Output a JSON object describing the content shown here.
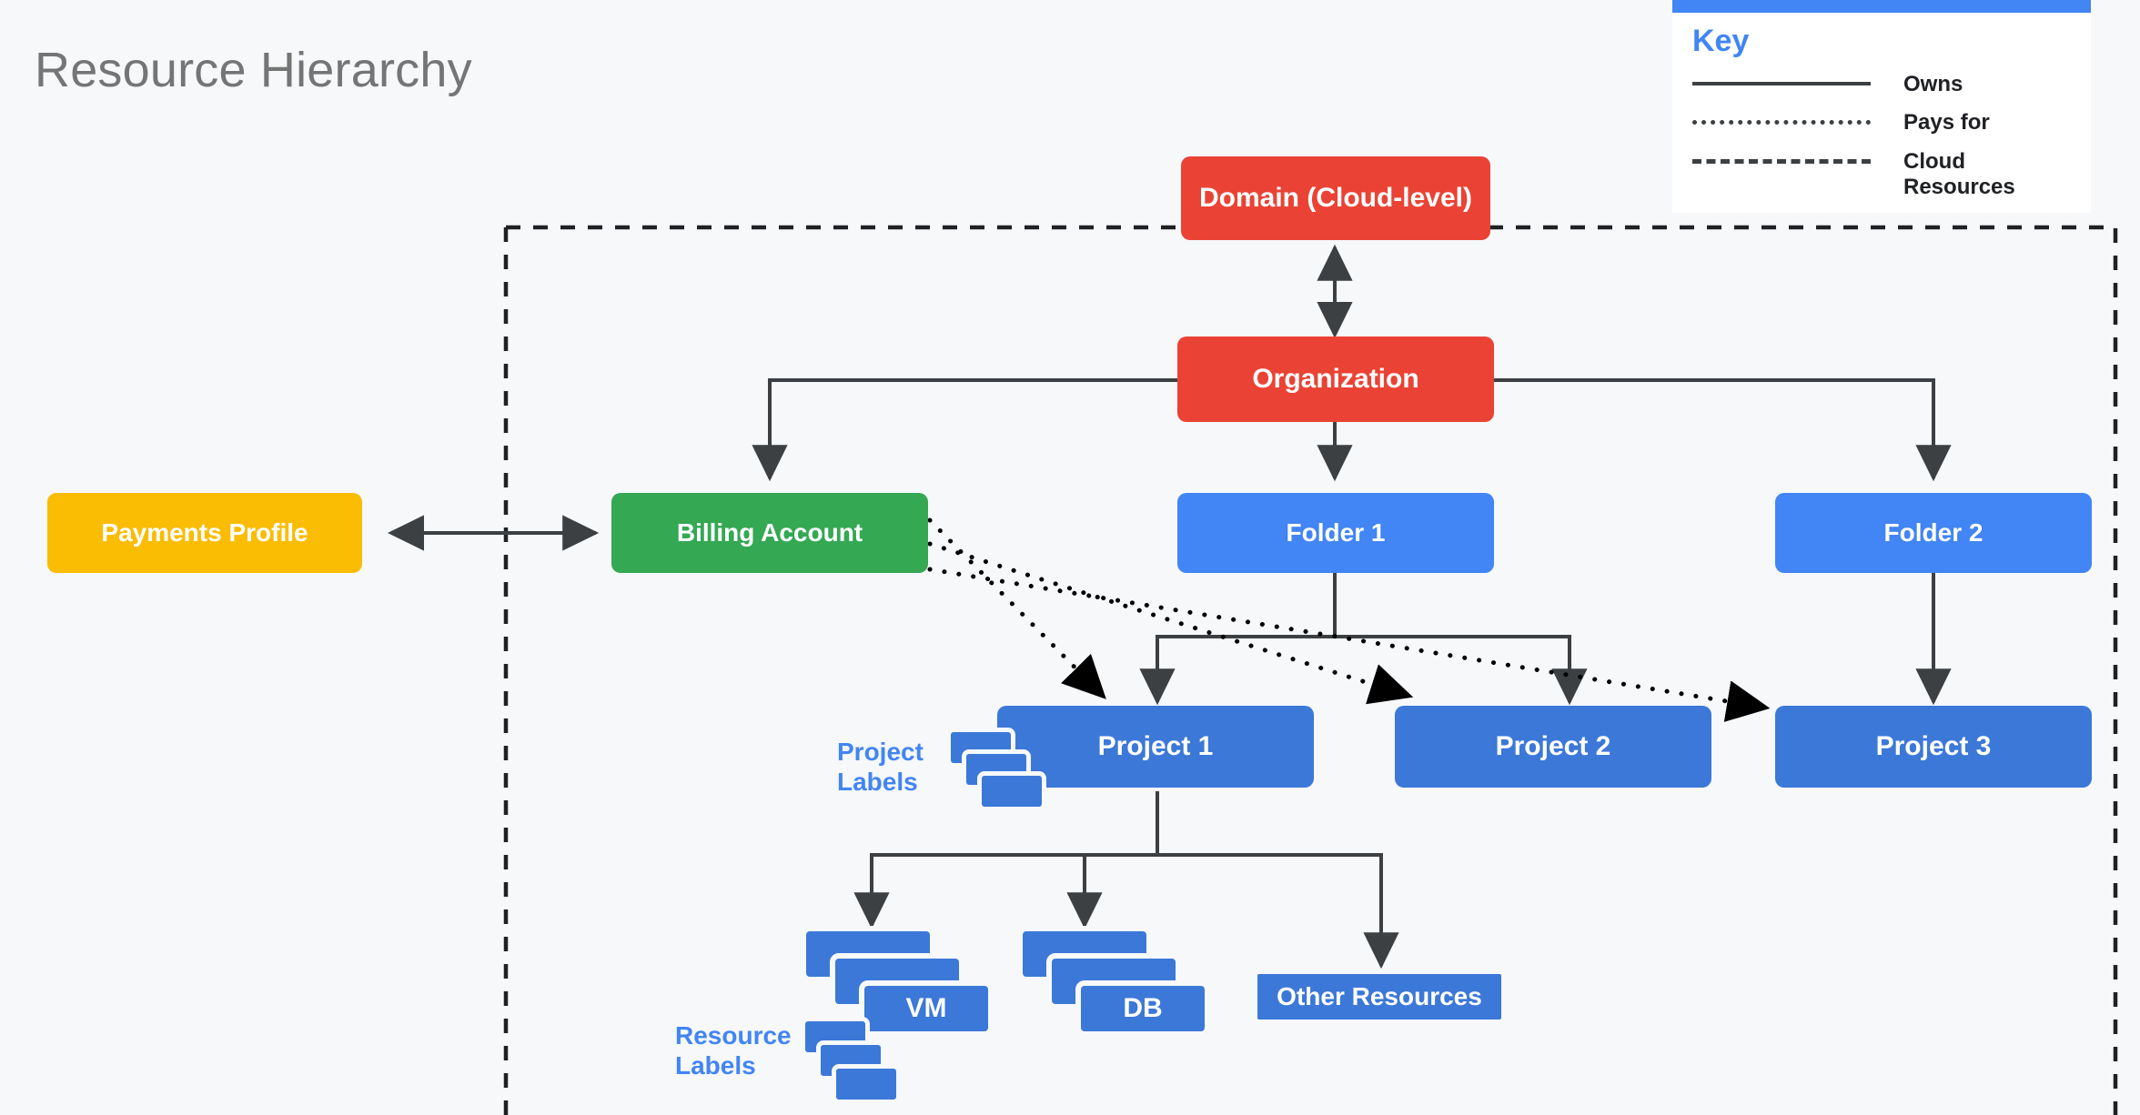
{
  "page": {
    "title": "Resource Hierarchy",
    "background": "#f6f8fa",
    "title_color": "#757575"
  },
  "key": {
    "title": "Key",
    "accent": "#4285f4",
    "rows": [
      {
        "style": "solid",
        "label": "Owns"
      },
      {
        "style": "dotted",
        "label": "Pays for"
      },
      {
        "style": "dashed",
        "label": "Cloud\nResources"
      }
    ]
  },
  "colors": {
    "red": "#ea4335",
    "green": "#34a853",
    "yellow": "#fbbc04",
    "blue": "#4285f4",
    "project_blue": "#3c78d8",
    "arrow": "#3c4043"
  },
  "nodes": {
    "domain": {
      "label": "Domain (Cloud-level)",
      "color": "red"
    },
    "organization": {
      "label": "Organization",
      "color": "red"
    },
    "payments_profile": {
      "label": "Payments Profile",
      "color": "yellow"
    },
    "billing_account": {
      "label": "Billing Account",
      "color": "green"
    },
    "folder1": {
      "label": "Folder 1",
      "color": "blue"
    },
    "folder2": {
      "label": "Folder 2",
      "color": "blue"
    },
    "project1": {
      "label": "Project 1",
      "color": "project_blue"
    },
    "project2": {
      "label": "Project 2",
      "color": "project_blue"
    },
    "project3": {
      "label": "Project 3",
      "color": "project_blue"
    },
    "vm": {
      "label": "VM",
      "color": "project_blue"
    },
    "db": {
      "label": "DB",
      "color": "project_blue"
    },
    "other_resources": {
      "label": "Other Resources",
      "color": "project_blue"
    }
  },
  "captions": {
    "project_labels": "Project\nLabels",
    "resource_labels": "Resource\nLabels"
  },
  "edges": [
    {
      "from": "organization",
      "to": "domain",
      "type": "owns",
      "arrows": "both"
    },
    {
      "from": "payments_profile",
      "to": "billing_account",
      "type": "owns",
      "arrows": "both"
    },
    {
      "from": "organization",
      "to": "billing_account",
      "type": "owns",
      "arrows": "end"
    },
    {
      "from": "organization",
      "to": "folder1",
      "type": "owns",
      "arrows": "end"
    },
    {
      "from": "organization",
      "to": "folder2",
      "type": "owns",
      "arrows": "end"
    },
    {
      "from": "folder1",
      "to": "project1",
      "type": "owns",
      "arrows": "end"
    },
    {
      "from": "folder1",
      "to": "project2",
      "type": "owns",
      "arrows": "end"
    },
    {
      "from": "folder2",
      "to": "project3",
      "type": "owns",
      "arrows": "end"
    },
    {
      "from": "project1",
      "to": "vm",
      "type": "owns",
      "arrows": "end"
    },
    {
      "from": "project1",
      "to": "db",
      "type": "owns",
      "arrows": "end"
    },
    {
      "from": "project1",
      "to": "other_resources",
      "type": "owns",
      "arrows": "end"
    },
    {
      "from": "billing_account",
      "to": "project1",
      "type": "pays-for",
      "arrows": "end"
    },
    {
      "from": "billing_account",
      "to": "project2",
      "type": "pays-for",
      "arrows": "end"
    },
    {
      "from": "billing_account",
      "to": "project3",
      "type": "pays-for",
      "arrows": "end"
    }
  ],
  "cloud_boundary": {
    "type": "dashed",
    "note": "Cloud Resources"
  }
}
